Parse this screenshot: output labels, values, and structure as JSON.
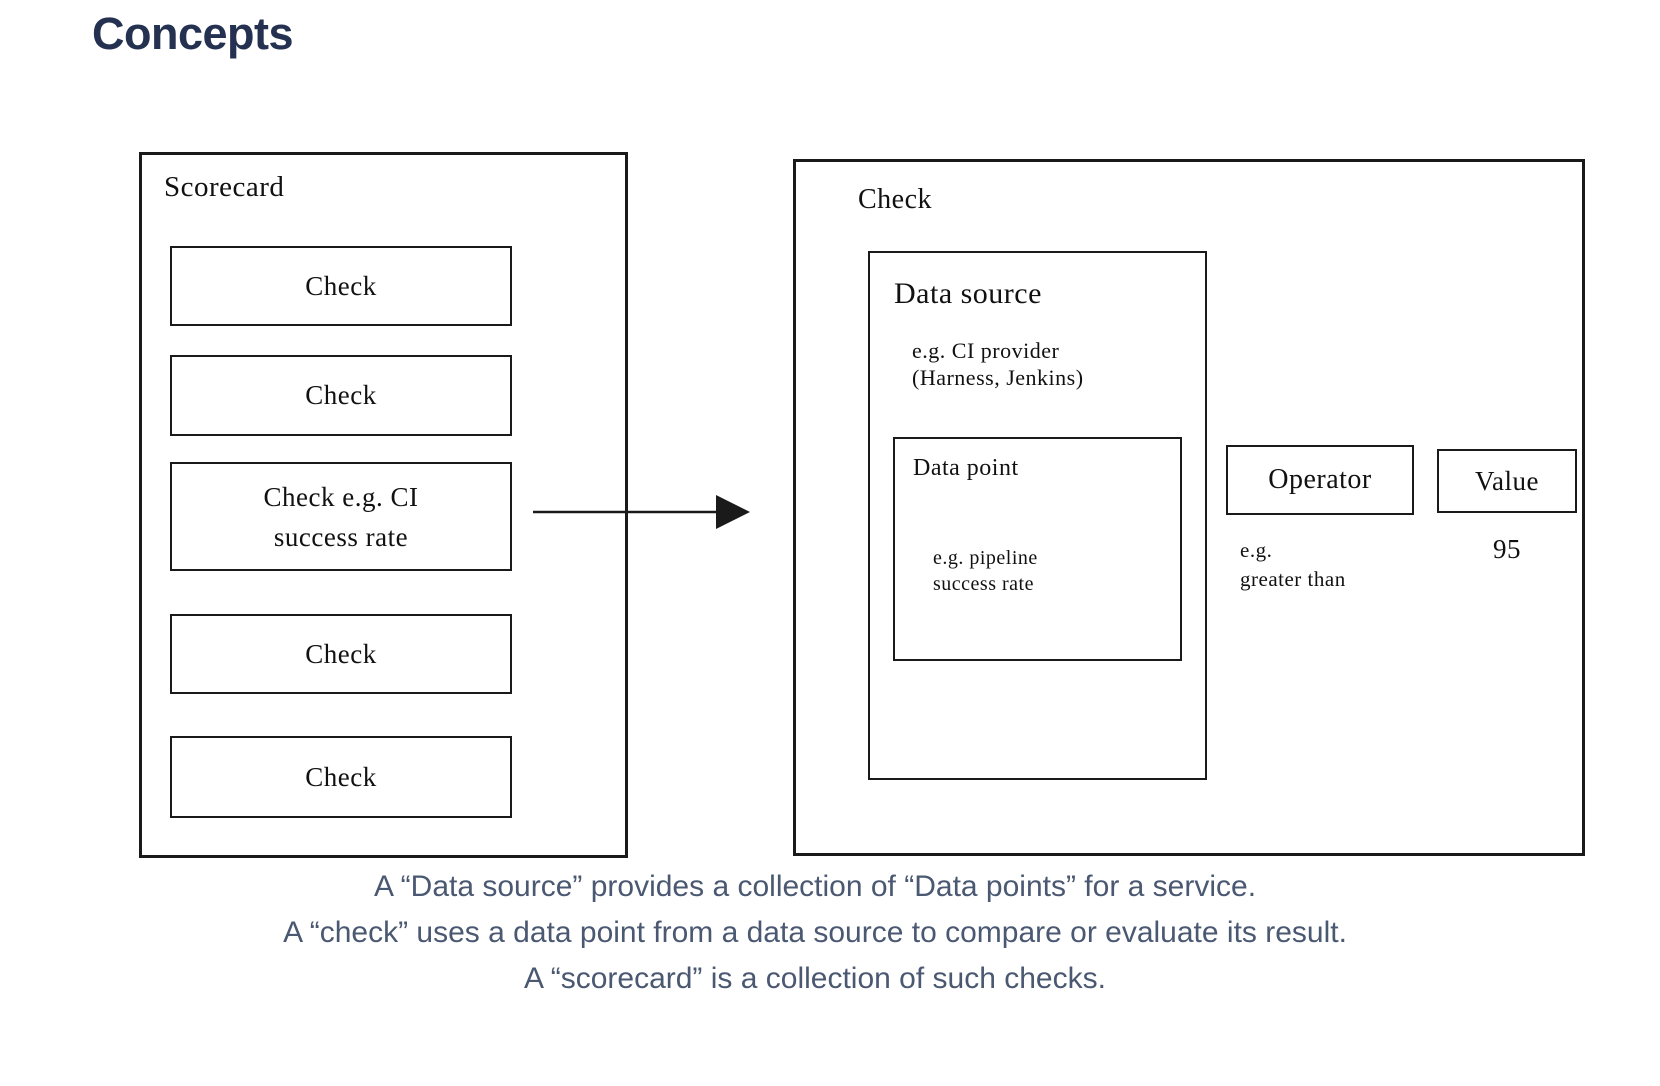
{
  "page": {
    "title": "Concepts",
    "title_color": "#243150",
    "background_color": "#ffffff",
    "stroke_color": "#1a1a1a",
    "caption_color": "#4a5872"
  },
  "scorecard": {
    "label": "Scorecard",
    "checks": [
      {
        "label": "Check"
      },
      {
        "label": "Check"
      },
      {
        "line1": "Check e.g. CI",
        "line2": "success rate"
      },
      {
        "label": "Check"
      },
      {
        "label": "Check"
      }
    ]
  },
  "check_detail": {
    "label": "Check",
    "data_source": {
      "label": "Data source",
      "example_line1": "e.g. CI provider",
      "example_line2": "(Harness, Jenkins)",
      "data_point": {
        "label": "Data point",
        "example_line1": "e.g. pipeline",
        "example_line2": "success rate"
      }
    },
    "operator": {
      "label": "Operator",
      "example_line1": "e.g.",
      "example_line2": "greater than"
    },
    "value": {
      "label": "Value",
      "example": "95"
    }
  },
  "caption": {
    "lines": [
      "A “Data source” provides a collection of “Data points” for a service.",
      "A “check” uses a data point from a data source to compare or evaluate its result.",
      "A “scorecard” is a collection of such checks."
    ]
  }
}
